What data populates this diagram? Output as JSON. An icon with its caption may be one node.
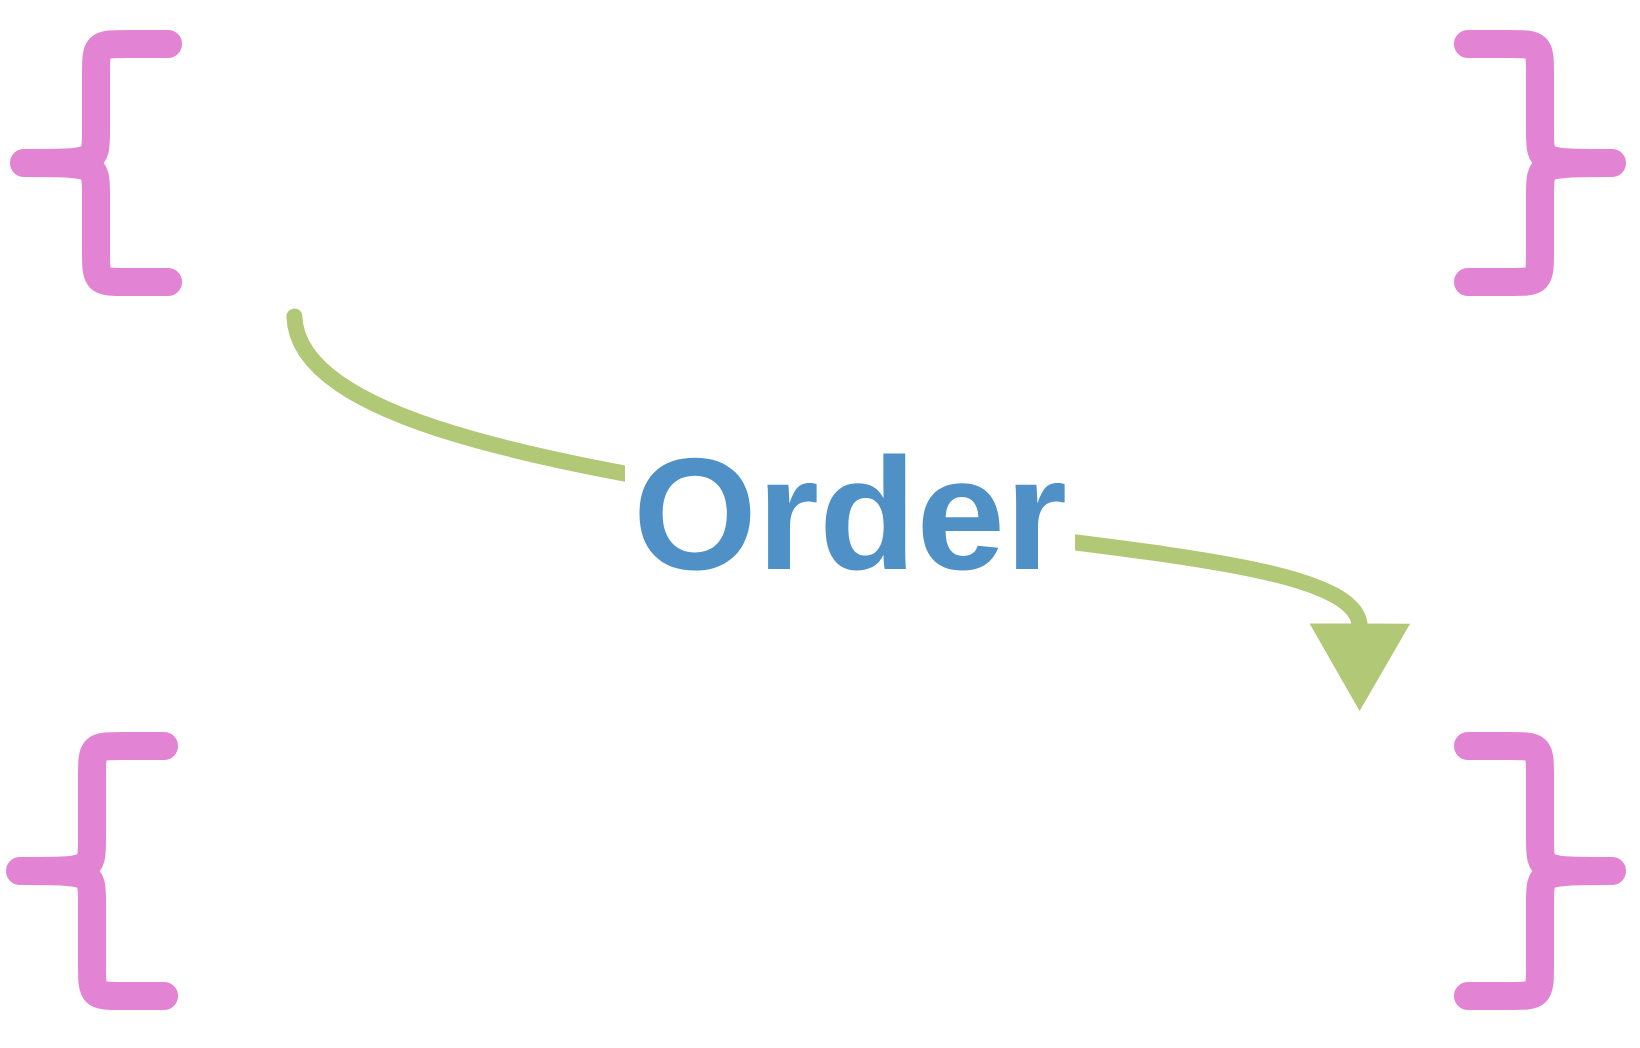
{
  "diagram": {
    "nodes": [
      {
        "text": [],
        "shape": "brace"
      },
      {
        "text": [],
        "shape": "brace"
      },
      {
        "text": [],
        "shape": "brace"
      },
      {
        "text": [],
        "shape": "brace"
      }
    ],
    "edges": [
      {
        "from": 0,
        "to": 3,
        "arrow": "to",
        "label": "Order"
      }
    ]
  }
}
